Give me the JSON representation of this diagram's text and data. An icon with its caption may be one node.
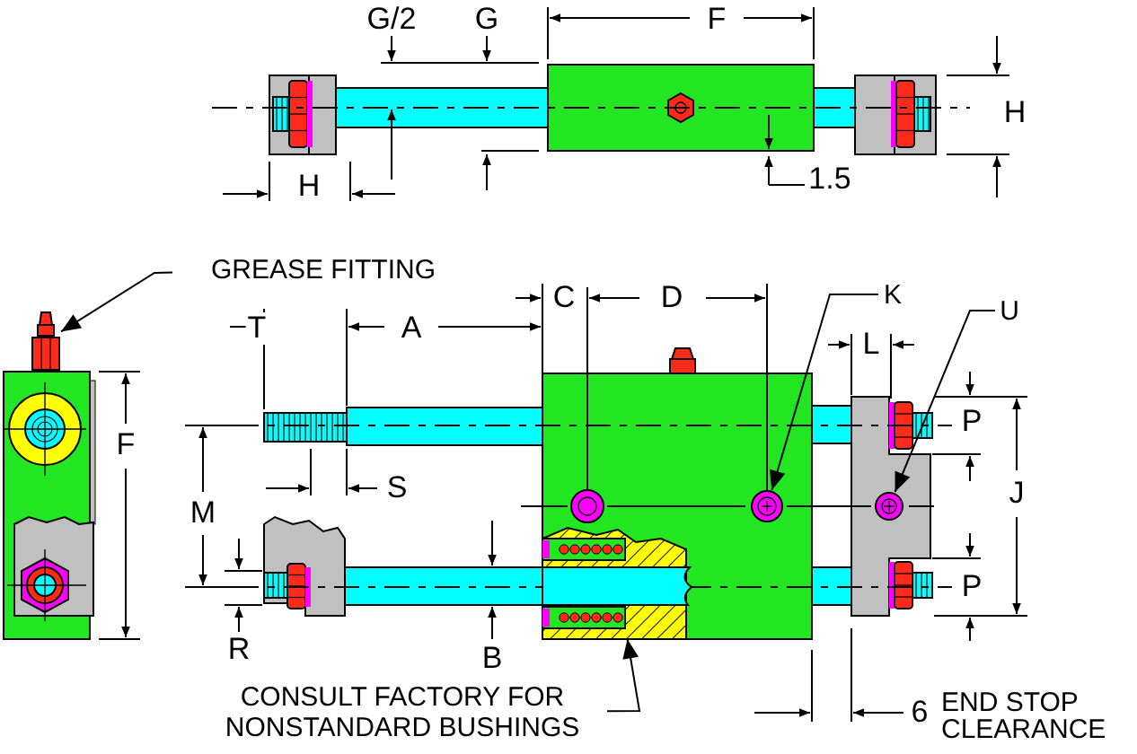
{
  "diagram": {
    "nodes": [
      {
        "text": [
          "GREASE FITTING"
        ]
      },
      {
        "text": [],
        "shape": "picture"
      },
      {
        "text": [
          "CONSULT FACTORY FOR NONSTANDARD BUSHINGS"
        ]
      },
      {
        "text": [],
        "shape": "picture"
      },
      {
        "text": [
          "K"
        ]
      },
      {
        "text": [],
        "shape": "circle"
      },
      {
        "text": [
          "U"
        ]
      },
      {
        "text": [],
        "shape": "circle"
      }
    ],
    "edges": [
      {
        "from": 0,
        "to": 1,
        "arrow": "to"
      },
      {
        "from": 2,
        "to": 3,
        "arrow": "to"
      },
      {
        "from": 4,
        "to": 5,
        "arrow": "to"
      },
      {
        "from": 6,
        "to": 7,
        "arrow": "to"
      }
    ],
    "labels": [
      "G/2",
      "G",
      "F",
      "H",
      "H",
      "1.5",
      "C",
      "D",
      "T",
      "A",
      "L",
      "F",
      "M",
      "S",
      "P",
      "J",
      "P",
      "R",
      "B",
      "6",
      "END STOP CLEARANCE"
    ]
  }
}
